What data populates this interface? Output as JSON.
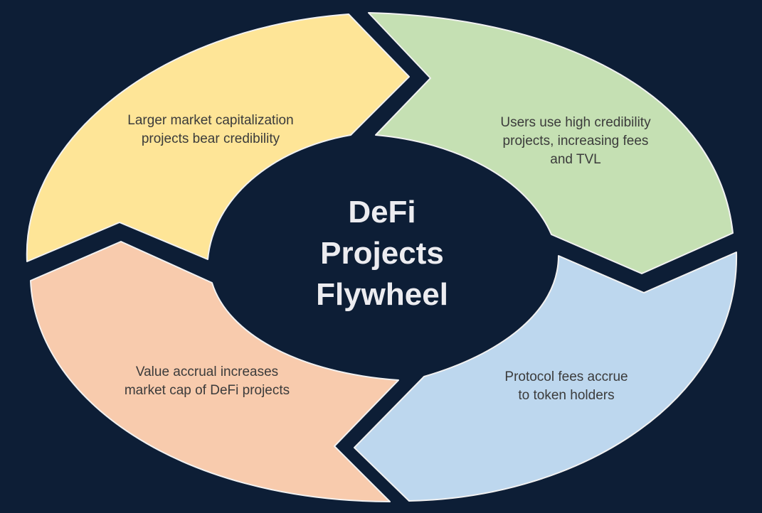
{
  "diagram": {
    "center_title": "DeFi\nProjects\nFlywheel",
    "background": "#0d1e36",
    "segments": [
      {
        "id": "top-left",
        "label": "Larger market capitalization\nprojects bear credibility",
        "color": "#fee597"
      },
      {
        "id": "top-right",
        "label": "Users use high credibility\nprojects, increasing fees\nand TVL",
        "color": "#c5e0b3"
      },
      {
        "id": "bottom-right",
        "label": "Protocol fees accrue\nto token holders",
        "color": "#bdd7ee"
      },
      {
        "id": "bottom-left",
        "label": "Value accrual increases\nmarket cap of DeFi projects",
        "color": "#f8cbad"
      }
    ],
    "outline_color": "#f2f2f2"
  }
}
